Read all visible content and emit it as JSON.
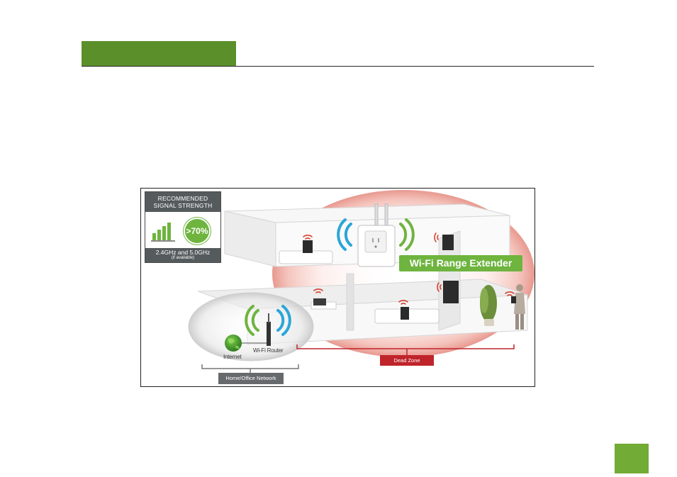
{
  "colors": {
    "header_green": "#5a8f2a",
    "page_square_green": "#72ab35",
    "accent_green": "#6eb43f",
    "dead_zone_red": "#c0242b",
    "label_gray": "#555a5d"
  },
  "figure": {
    "signal_card": {
      "title_line1": "RECOMMENDED",
      "title_line2": "SIGNAL STRENGTH",
      "percent": ">70%",
      "bands": "2.4GHz and 5.0GHz",
      "note": "(if available)",
      "icon": "signal-bars-icon"
    },
    "extender_label": "Wi-Fi Range Extender",
    "internet_label": "Internet",
    "router_label": "Wi-Fi Router",
    "network_label": "Home/Office Network",
    "dead_zone_label": "Dead Zone",
    "icons": [
      "globe-icon",
      "router-icon",
      "extender-device-icon",
      "wifi-waves-icon",
      "laptop-icon",
      "tablet-icon",
      "tv-icon",
      "plant-icon",
      "person-icon"
    ]
  }
}
